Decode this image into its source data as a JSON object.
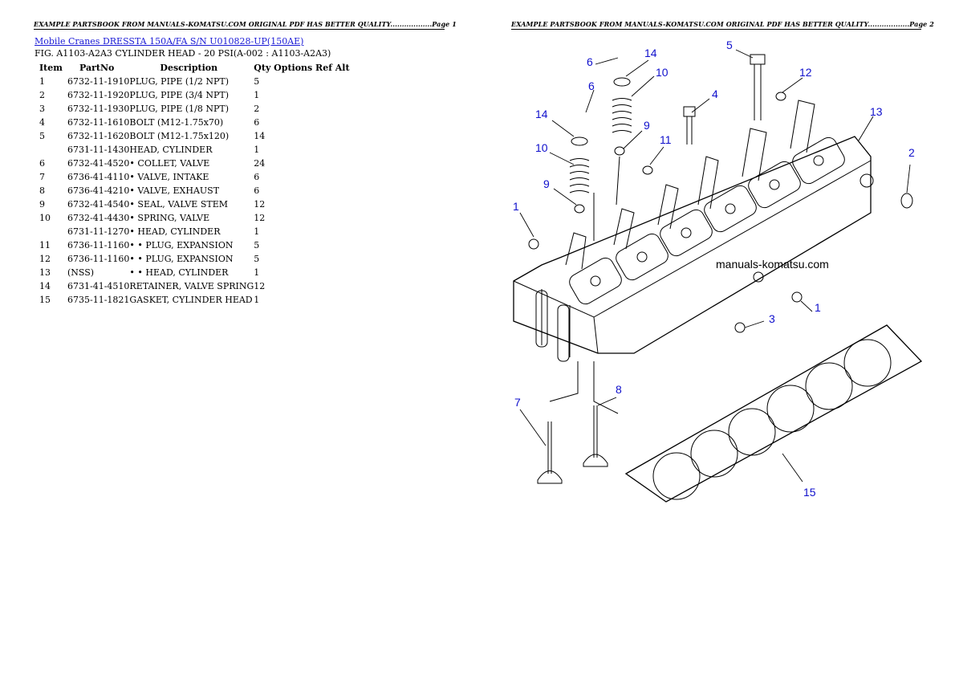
{
  "header": {
    "page1": "EXAMPLE PARTSBOOK FROM MANUALS-KOMATSU.COM ORIGINAL PDF HAS BETTER QUALITY..................Page 1",
    "page2": "EXAMPLE PARTSBOOK FROM MANUALS-KOMATSU.COM ORIGINAL PDF HAS BETTER QUALITY..................Page 2"
  },
  "title_link": "Mobile Cranes DRESSTA 150A/FA S/N U010828-UP(150AE)",
  "figure_title": "FIG. A1103-A2A3 CYLINDER HEAD - 20 PSI(A-002 : A1103-A2A3)",
  "table": {
    "headers": {
      "item": "Item",
      "partno": "PartNo",
      "description": "Description",
      "qty": "Qty Options Ref Alt"
    },
    "rows": [
      {
        "item": "1",
        "partno": "6732-11-1910",
        "description": "PLUG, PIPE (1/2 NPT)",
        "qty": "5"
      },
      {
        "item": "2",
        "partno": "6732-11-1920",
        "description": "PLUG, PIPE (3/4 NPT)",
        "qty": "1"
      },
      {
        "item": "3",
        "partno": "6732-11-1930",
        "description": "PLUG, PIPE (1/8 NPT)",
        "qty": "2"
      },
      {
        "item": "4",
        "partno": "6732-11-1610",
        "description": "BOLT (M12-1.75x70)",
        "qty": "6"
      },
      {
        "item": "5",
        "partno": "6732-11-1620",
        "description": "BOLT (M12-1.75x120)",
        "qty": "14"
      },
      {
        "item": "",
        "partno": "6731-11-1430",
        "description": "HEAD, CYLINDER",
        "qty": "1"
      },
      {
        "item": "6",
        "partno": "6732-41-4520",
        "description": "• COLLET, VALVE",
        "qty": "24"
      },
      {
        "item": "7",
        "partno": "6736-41-4110",
        "description": "• VALVE, INTAKE",
        "qty": "6"
      },
      {
        "item": "8",
        "partno": "6736-41-4210",
        "description": "• VALVE, EXHAUST",
        "qty": "6"
      },
      {
        "item": "9",
        "partno": "6732-41-4540",
        "description": "• SEAL, VALVE STEM",
        "qty": "12"
      },
      {
        "item": "10",
        "partno": "6732-41-4430",
        "description": "• SPRING, VALVE",
        "qty": "12"
      },
      {
        "item": "",
        "partno": "6731-11-1270",
        "description": "• HEAD, CYLINDER",
        "qty": "1"
      },
      {
        "item": "11",
        "partno": "6736-11-1160",
        "description": "• • PLUG, EXPANSION",
        "qty": "5"
      },
      {
        "item": "12",
        "partno": "6736-11-1160",
        "description": "• • PLUG, EXPANSION",
        "qty": "5"
      },
      {
        "item": "13",
        "partno": "(NSS)",
        "description": "• • HEAD, CYLINDER",
        "qty": "1"
      },
      {
        "item": "14",
        "partno": "6731-41-4510",
        "description": "RETAINER, VALVE SPRING",
        "qty": "12"
      },
      {
        "item": "15",
        "partno": "6735-11-1821",
        "description": "GASKET, CYLINDER HEAD",
        "qty": "1"
      }
    ]
  },
  "diagram": {
    "watermark": "manuals-komatsu.com",
    "callouts": [
      "1",
      "1",
      "2",
      "3",
      "4",
      "5",
      "6",
      "6",
      "7",
      "8",
      "9",
      "9",
      "10",
      "10",
      "11",
      "12",
      "13",
      "14",
      "14",
      "15"
    ]
  },
  "colors": {
    "link": "#1a1ad6",
    "callout": "#1010cc"
  }
}
